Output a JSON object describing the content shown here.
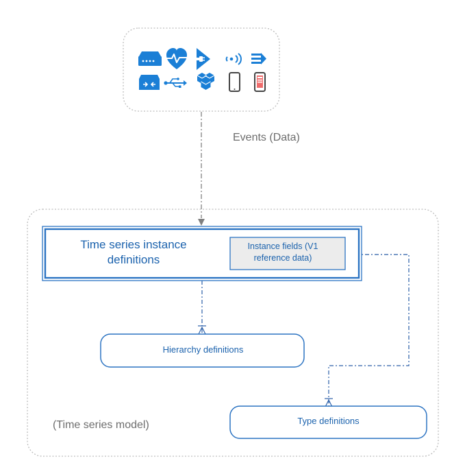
{
  "diagram": {
    "events_label": "Events (Data)",
    "model_label": "(Time series model)",
    "tsi_definitions": {
      "title_line1": "Time series instance",
      "title_line2": "definitions"
    },
    "instance_fields": {
      "line1": "Instance fields (V1",
      "line2": "reference data)"
    },
    "hierarchy_definitions": "Hierarchy definitions",
    "type_definitions": "Type definitions"
  },
  "icons": [
    "server-appliance-icon",
    "heart-pulse-icon",
    "plug-play-icon",
    "wireless-signal-icon",
    "stream-lines-icon",
    "storage-box-icon",
    "usb-icon",
    "cubes-icon",
    "mobile-phone-icon",
    "mobile-app-icon"
  ],
  "colors": {
    "accent": "#1b7fd6",
    "text_blue": "#1b62ad",
    "box_border": "#2b73c2",
    "fields_fill": "#ececec",
    "dotted_border": "#bdbdbd",
    "connector": "#2a5ea8",
    "arrow_gray": "#7f7f7f"
  }
}
